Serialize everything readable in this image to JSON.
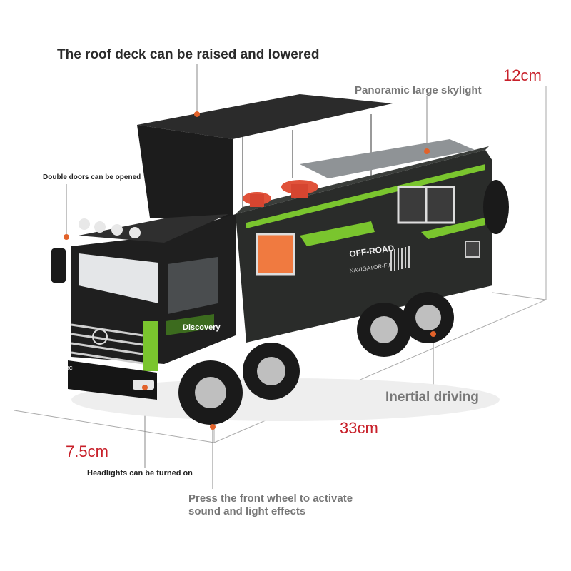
{
  "labels": {
    "roof": "The roof deck can be raised and lowered",
    "skylight": "Panoramic large skylight",
    "doors": "Double doors can be opened",
    "headlights": "Headlights can be turned on",
    "inertial": "Inertial driving",
    "press_line1": "Press the front wheel to activate",
    "press_line2": "sound and light effects"
  },
  "dimensions": {
    "height": "12cm",
    "length": "33cm",
    "width": "7.5cm"
  },
  "truck_text": {
    "brand": "Discovery",
    "off_road": "OFF-ROAD",
    "model": "NAVIGATOR-FII",
    "plate": "BC"
  },
  "colors": {
    "dimension": "#c8202a",
    "accent_green": "#7ac52e",
    "body": "#222222",
    "callout_dot": "#e2622a"
  }
}
